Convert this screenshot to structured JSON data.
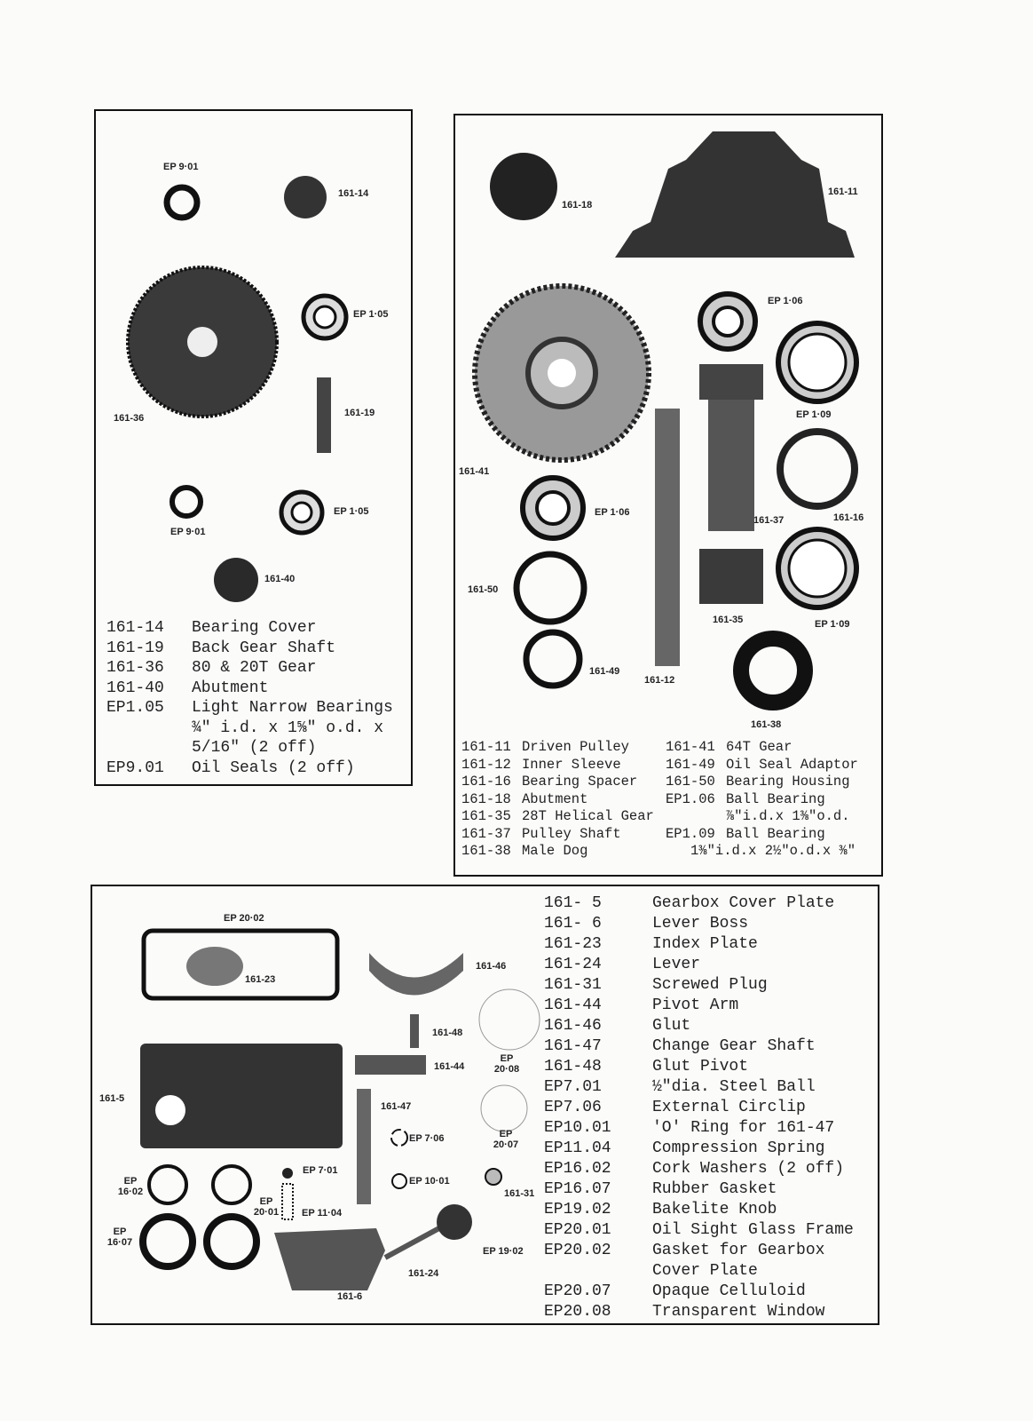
{
  "panel1": {
    "labels": [
      "EP 9·01",
      "161-14",
      "EP 1·05",
      "161-36",
      "161-19",
      "EP 9·01",
      "EP 1·05",
      "161-40"
    ],
    "parts": [
      {
        "code": "161-14",
        "desc": "Bearing Cover"
      },
      {
        "code": "161-19",
        "desc": "Back Gear Shaft"
      },
      {
        "code": "161-36",
        "desc": "80 & 20T Gear"
      },
      {
        "code": "161-40",
        "desc": "Abutment"
      },
      {
        "code": "EP1.05",
        "desc": "Light Narrow Bearings"
      },
      {
        "code": "",
        "desc": "¾\" i.d. x 1⅝\" o.d. x"
      },
      {
        "code": "",
        "desc": "5/16\" (2 off)"
      },
      {
        "code": "EP9.01",
        "desc": "Oil Seals (2 off)"
      }
    ]
  },
  "panel2": {
    "labels": [
      "161-18",
      "161-11",
      "EP 1·06",
      "161-41",
      "EP 1·09",
      "EP 1·06",
      "161-37",
      "161-16",
      "161-50",
      "161-35",
      "EP 1·09",
      "161-49",
      "161-12",
      "161-38"
    ],
    "parts_left": [
      {
        "code": "161-11",
        "desc": "Driven Pulley"
      },
      {
        "code": "161-12",
        "desc": "Inner Sleeve"
      },
      {
        "code": "161-16",
        "desc": "Bearing Spacer"
      },
      {
        "code": "161-18",
        "desc": "Abutment"
      },
      {
        "code": "161-35",
        "desc": "28T Helical Gear"
      },
      {
        "code": "161-37",
        "desc": "Pulley Shaft"
      },
      {
        "code": "161-38",
        "desc": "Male Dog"
      }
    ],
    "parts_right": [
      {
        "code": "161-41",
        "desc": "64T Gear"
      },
      {
        "code": "161-49",
        "desc": "Oil Seal Adaptor"
      },
      {
        "code": "161-50",
        "desc": "Bearing Housing"
      },
      {
        "code": "EP1.06",
        "desc": "Ball Bearing"
      },
      {
        "code": "",
        "desc": "⅞\"i.d.x 1⅜\"o.d."
      },
      {
        "code": "EP1.09",
        "desc": "Ball Bearing"
      },
      {
        "code": "",
        "desc": "1⅜\"i.d.x 2½\"o.d.x ⅜\""
      }
    ]
  },
  "panel3": {
    "labels": [
      "EP 20·02",
      "161-23",
      "161-46",
      "161-48",
      "161-44",
      "EP 20·08",
      "161-5",
      "161-47",
      "EP 7·06",
      "EP 20·07",
      "EP 7·01",
      "EP 10·01",
      "161-31",
      "EP 16·02",
      "EP 20·01",
      "EP 11·04",
      "EP 16·07",
      "EP 19·02",
      "161-24",
      "161-6"
    ],
    "parts": [
      {
        "code": "161- 5",
        "desc": "Gearbox Cover Plate"
      },
      {
        "code": "161- 6",
        "desc": "Lever Boss"
      },
      {
        "code": "161-23",
        "desc": "Index Plate"
      },
      {
        "code": "161-24",
        "desc": "Lever"
      },
      {
        "code": "161-31",
        "desc": "Screwed Plug"
      },
      {
        "code": "161-44",
        "desc": "Pivot Arm"
      },
      {
        "code": "161-46",
        "desc": "Glut"
      },
      {
        "code": "161-47",
        "desc": "Change Gear Shaft"
      },
      {
        "code": "161-48",
        "desc": "Glut Pivot"
      },
      {
        "code": "EP7.01",
        "desc": "½\"dia. Steel Ball"
      },
      {
        "code": "EP7.06",
        "desc": "External Circlip"
      },
      {
        "code": "EP10.01",
        "desc": "'O' Ring for 161-47"
      },
      {
        "code": "EP11.04",
        "desc": "Compression Spring"
      },
      {
        "code": "EP16.02",
        "desc": "Cork Washers (2 off)"
      },
      {
        "code": "EP16.07",
        "desc": "Rubber Gasket"
      },
      {
        "code": "EP19.02",
        "desc": "Bakelite Knob"
      },
      {
        "code": "EP20.01",
        "desc": "Oil Sight Glass Frame"
      },
      {
        "code": "EP20.02",
        "desc": "Gasket for Gearbox"
      },
      {
        "code": "",
        "desc": "Cover Plate"
      },
      {
        "code": "EP20.07",
        "desc": "Opaque Celluloid"
      },
      {
        "code": "EP20.08",
        "desc": "Transparent Window"
      }
    ]
  }
}
